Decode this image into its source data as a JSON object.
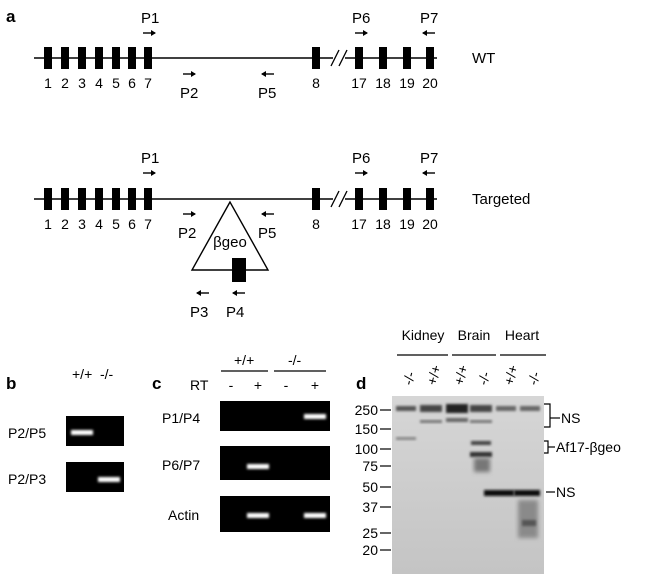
{
  "panels": {
    "a": "a",
    "b": "b",
    "c": "c",
    "d": "d"
  },
  "colors": {
    "ink": "#000000",
    "gel_bg": "#000000",
    "band": "#ffffff",
    "blot_bg": "#cfcfcf",
    "blot_band": "#222222"
  },
  "gene_map": {
    "exons_left": [
      "1",
      "2",
      "3",
      "4",
      "5",
      "6",
      "7"
    ],
    "exons_right": [
      "8",
      "17",
      "18",
      "19",
      "20"
    ],
    "wt_label": "WT",
    "targeted_label": "Targeted",
    "insert_label": "βgeo",
    "primers": {
      "p1": "P1",
      "p2": "P2",
      "p3": "P3",
      "p4": "P4",
      "p5": "P5",
      "p6": "P6",
      "p7": "P7"
    }
  },
  "panel_b": {
    "genotypes": [
      "+/+",
      "-/-"
    ],
    "rows": [
      "P2/P5",
      "P2/P3"
    ]
  },
  "panel_c": {
    "genotypes": [
      "+/+",
      "-/-"
    ],
    "rt_label": "RT",
    "rt_signs": [
      "-",
      "+",
      "-",
      "+"
    ],
    "rows": [
      "P1/P4",
      "P6/P7",
      "Actin"
    ]
  },
  "panel_d": {
    "tissues": [
      "Kidney",
      "Brain",
      "Heart"
    ],
    "lanes": [
      "-/-",
      "+/+",
      "+/+",
      "-/-",
      "+/+",
      "-/-"
    ],
    "mw_markers": [
      "250",
      "150",
      "100",
      "75",
      "50",
      "37",
      "25",
      "20"
    ],
    "band_labels": [
      "NS",
      "Af17-βgeo",
      "NS"
    ]
  }
}
